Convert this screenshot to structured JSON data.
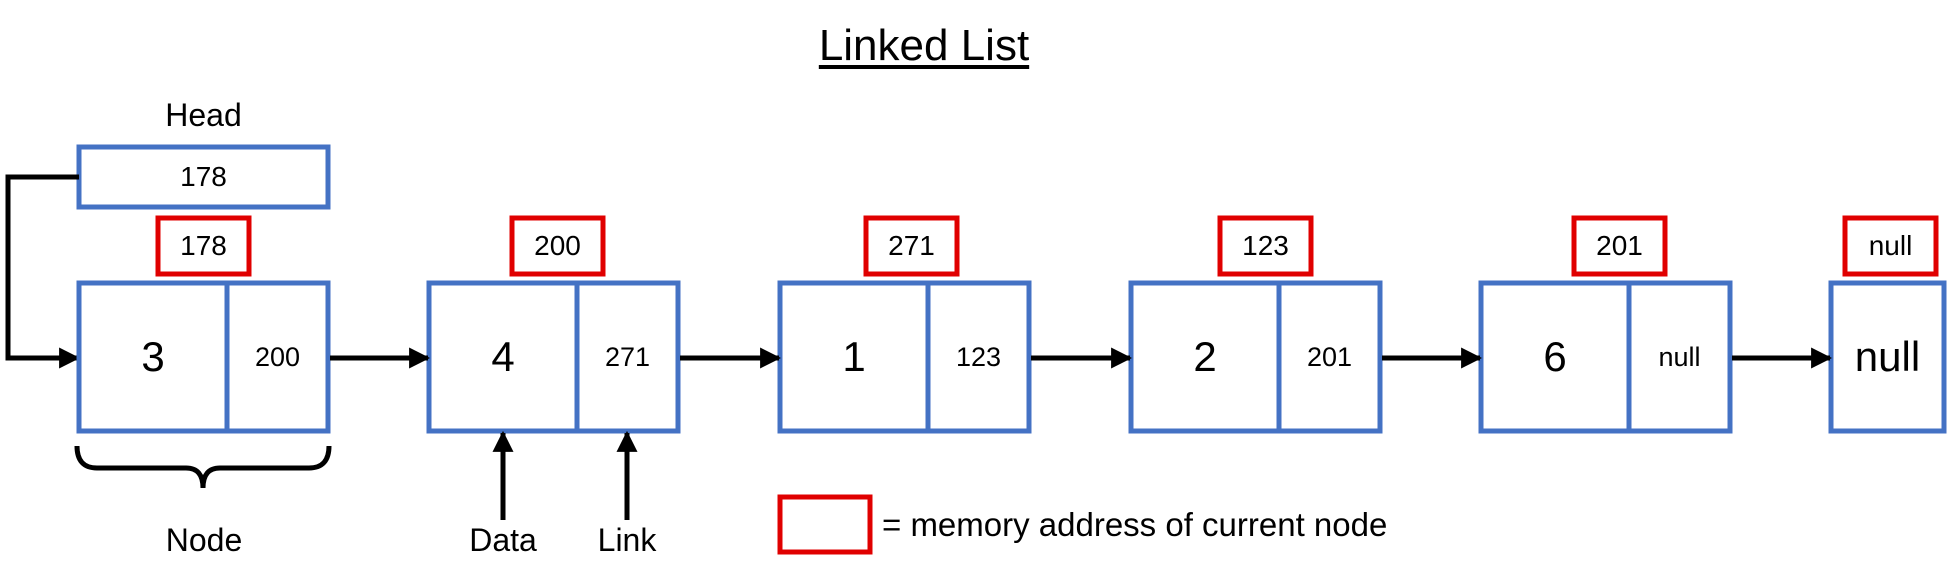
{
  "title": "Linked List",
  "head": {
    "label": "Head",
    "value": "178"
  },
  "nodes": [
    {
      "address": "178",
      "data": "3",
      "link": "200"
    },
    {
      "address": "200",
      "data": "4",
      "link": "271"
    },
    {
      "address": "271",
      "data": "1",
      "link": "123"
    },
    {
      "address": "123",
      "data": "2",
      "link": "201"
    },
    {
      "address": "201",
      "data": "6",
      "link": "null"
    }
  ],
  "terminal": {
    "address": "null",
    "value": "null"
  },
  "annotations": {
    "node": "Node",
    "data": "Data",
    "link": "Link"
  },
  "legend": {
    "text": "= memory address of current node"
  },
  "colors": {
    "node_border": "#4472C4",
    "address_border": "#E00000",
    "arrow": "#000000"
  }
}
